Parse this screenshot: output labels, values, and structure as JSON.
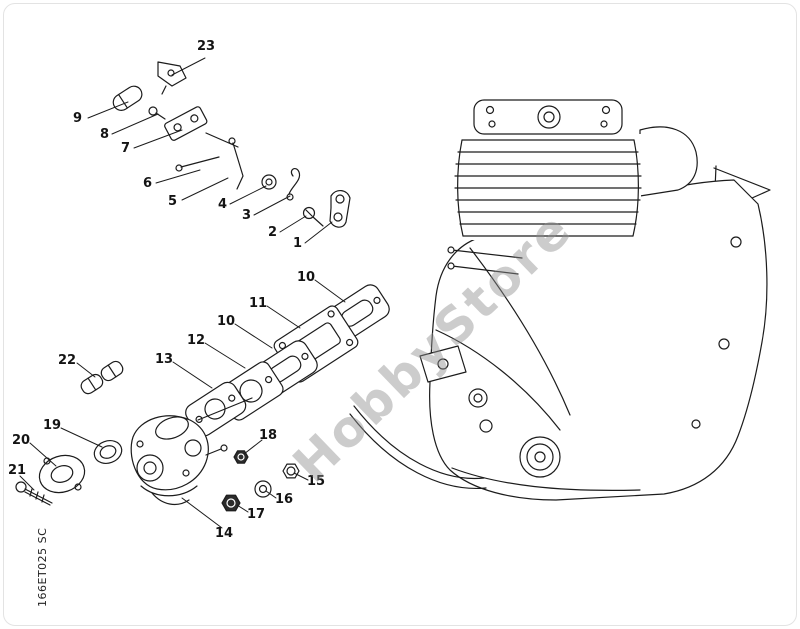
{
  "page": {
    "watermark": "HobbyStore",
    "diagram_code": "166ET025 SC"
  },
  "callouts": [
    {
      "label": "23"
    },
    {
      "label": "9"
    },
    {
      "label": "8"
    },
    {
      "label": "7"
    },
    {
      "label": "6"
    },
    {
      "label": "5"
    },
    {
      "label": "4"
    },
    {
      "label": "3"
    },
    {
      "label": "2"
    },
    {
      "label": "1"
    },
    {
      "label": "10"
    },
    {
      "label": "11"
    },
    {
      "label": "10"
    },
    {
      "label": "12"
    },
    {
      "label": "13"
    },
    {
      "label": "22"
    },
    {
      "label": "19"
    },
    {
      "label": "20"
    },
    {
      "label": "21"
    },
    {
      "label": "14"
    },
    {
      "label": "18"
    },
    {
      "label": "15"
    },
    {
      "label": "16"
    },
    {
      "label": "17"
    }
  ]
}
